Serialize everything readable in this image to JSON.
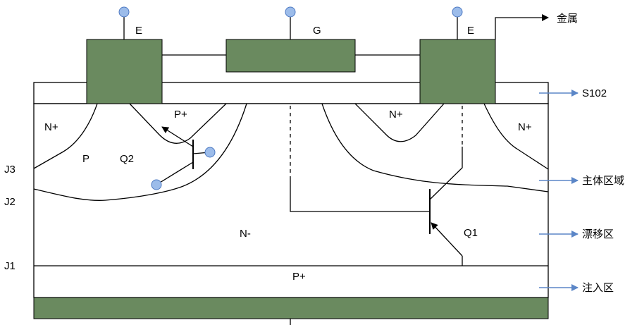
{
  "terminals": {
    "emitter_left": "E",
    "gate": "G",
    "emitter_right": "E"
  },
  "callouts": {
    "metal": "金属",
    "oxide": "S102",
    "body_region": "主体区域",
    "drift_region": "漂移区",
    "injection_region": "注入区"
  },
  "regions": {
    "n_plus_left": "N+",
    "p_plus_left": "P+",
    "p_body": "P",
    "q2": "Q2",
    "n_plus_mid": "N+",
    "n_plus_right": "N+",
    "n_minus": "N-",
    "q1": "Q1",
    "p_plus_bottom": "P+"
  },
  "junctions": {
    "j3": "J3",
    "j2": "J2",
    "j1": "J1"
  },
  "colors": {
    "metal": "#6a8a5f",
    "terminal": "#9cbcea",
    "callout_arrow": "#5b86c7"
  }
}
